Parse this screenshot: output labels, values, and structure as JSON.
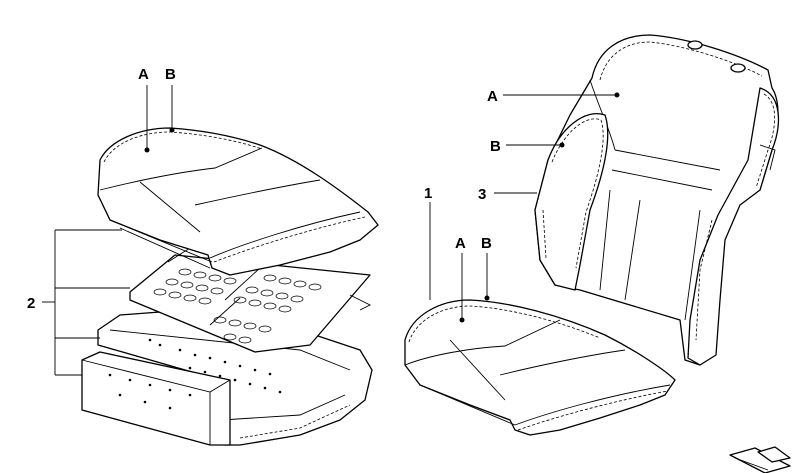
{
  "labels": {
    "left_a": "A",
    "left_b": "B",
    "left_2": "2",
    "right_a_top": "A",
    "right_b_top": "B",
    "right_3": "3",
    "right_1": "1",
    "right_a_cushion": "A",
    "right_b_cushion": "B"
  },
  "icons": {
    "corner": "folded-sheet-icon"
  }
}
